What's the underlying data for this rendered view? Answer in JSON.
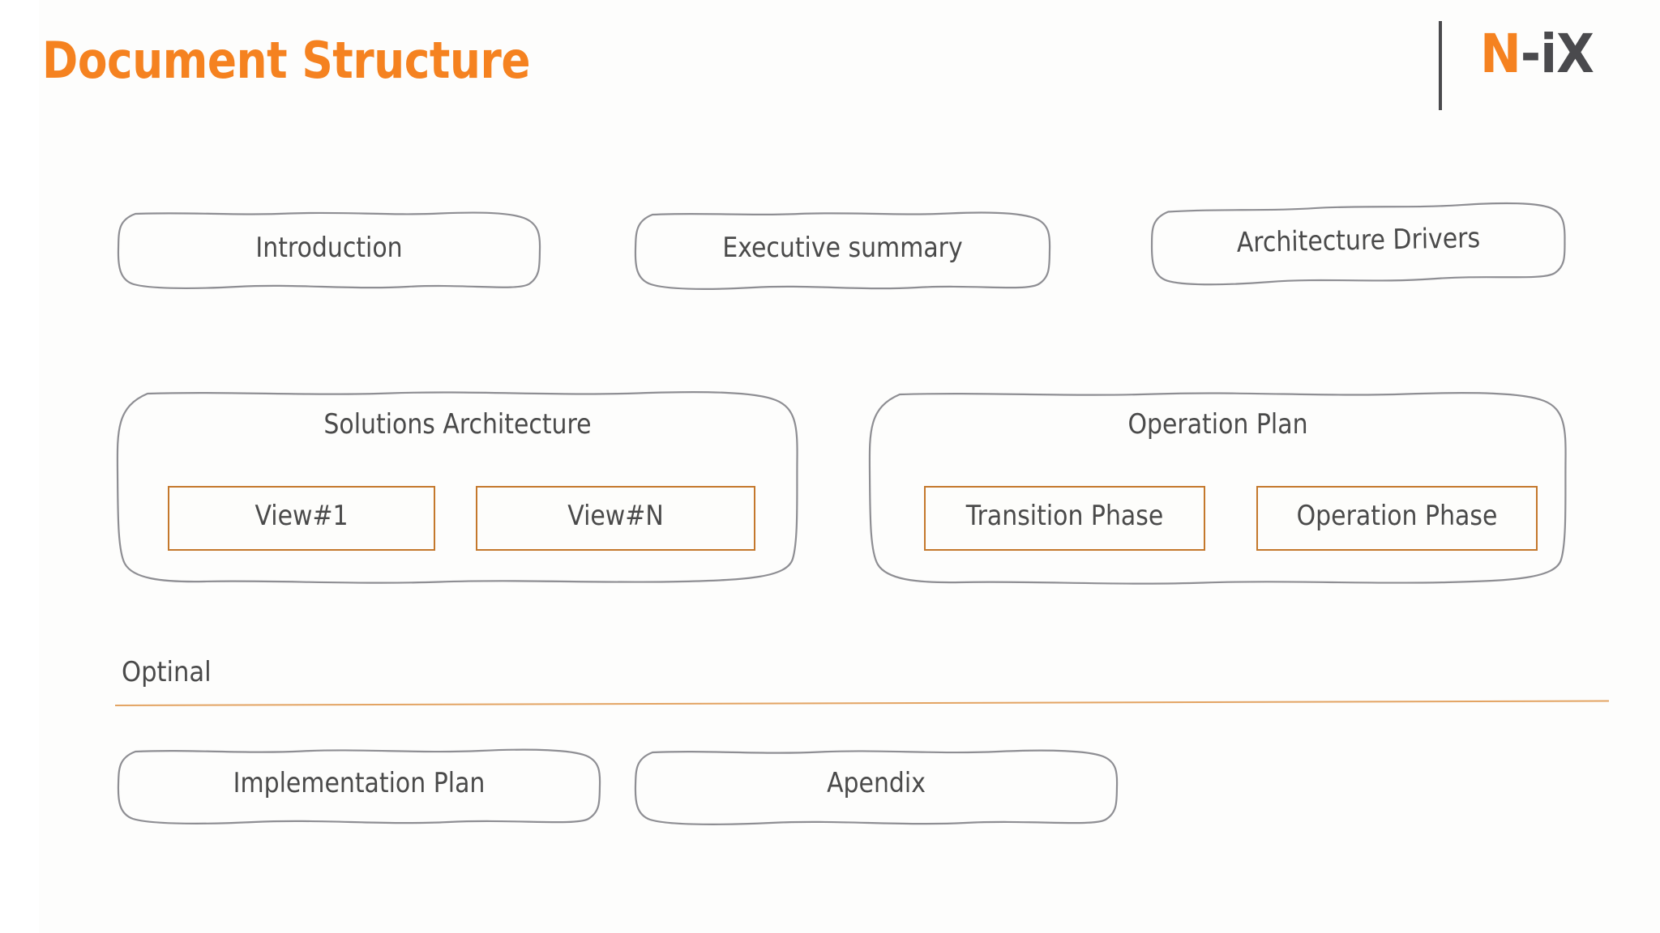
{
  "slide": {
    "title": "Document Structure",
    "title_color": "#f58220",
    "text_color": "#4a4a4a",
    "accent_color": "#c4782c",
    "rule_color": "#e3a463",
    "background": "#fdfdfc"
  },
  "logo": {
    "part_orange": "N",
    "part_dark": "-iX",
    "divider": "vertical-divider"
  },
  "top_row": [
    {
      "label": "Introduction"
    },
    {
      "label": "Executive summary"
    },
    {
      "label": "Architecture Drivers"
    }
  ],
  "groups": [
    {
      "title": "Solutions Architecture",
      "children": [
        {
          "label": "View#1"
        },
        {
          "label": "View#N"
        }
      ]
    },
    {
      "title": "Operation Plan",
      "children": [
        {
          "label": "Transition Phase"
        },
        {
          "label": "Operation Phase"
        }
      ]
    }
  ],
  "optional": {
    "heading": "Optinal"
  },
  "bottom_row": [
    {
      "label": "Implementation Plan"
    },
    {
      "label": "Apendix"
    }
  ]
}
